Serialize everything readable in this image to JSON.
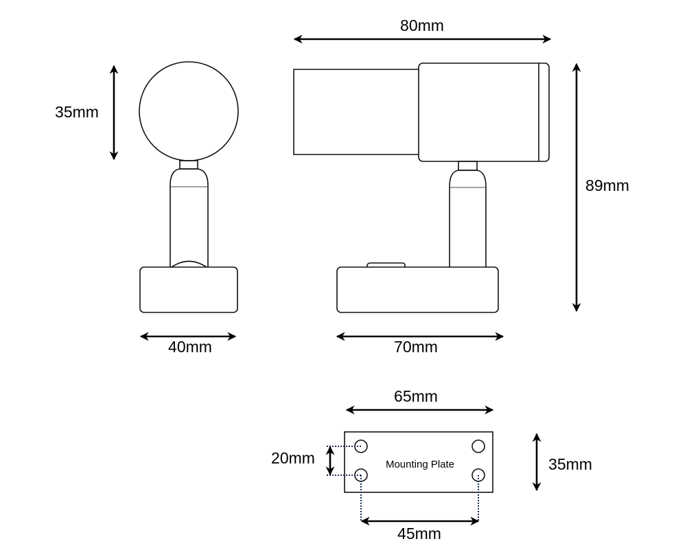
{
  "dimensions": {
    "head_diameter": "35mm",
    "total_length": "80mm",
    "total_height": "89mm",
    "base_width_front": "40mm",
    "base_length_side": "70mm",
    "plate_length": "65mm",
    "plate_width": "35mm",
    "hole_spacing_vertical": "20mm",
    "hole_spacing_horizontal": "45mm"
  },
  "mounting_plate": {
    "label": "Mounting Plate"
  }
}
